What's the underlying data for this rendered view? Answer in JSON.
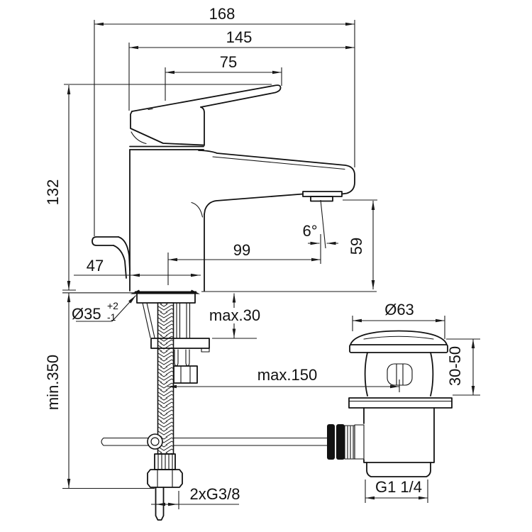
{
  "drawing_type": "faucet-installation-dimensional-drawing",
  "dims": {
    "overall_width": "168",
    "body_to_spout_width": "145",
    "handle_length": "75",
    "body_height": "132",
    "base_depth": "47",
    "spout_reach": "99",
    "spout_angle": "6°",
    "spout_height": "59",
    "deck_thickness_max": "max.30",
    "hole_diameter": "Ø35",
    "hole_tol_plus": "+2",
    "hole_tol_minus": "-1",
    "min_install_depth": "min.350",
    "rod_reach_max": "max.150",
    "waste_flange_diameter": "Ø63",
    "waste_deck_range": "30-50",
    "supply_thread": "2xG3/8",
    "waste_thread": "G1 1/4"
  },
  "colors": {
    "line": "#121212",
    "background": "#ffffff"
  }
}
